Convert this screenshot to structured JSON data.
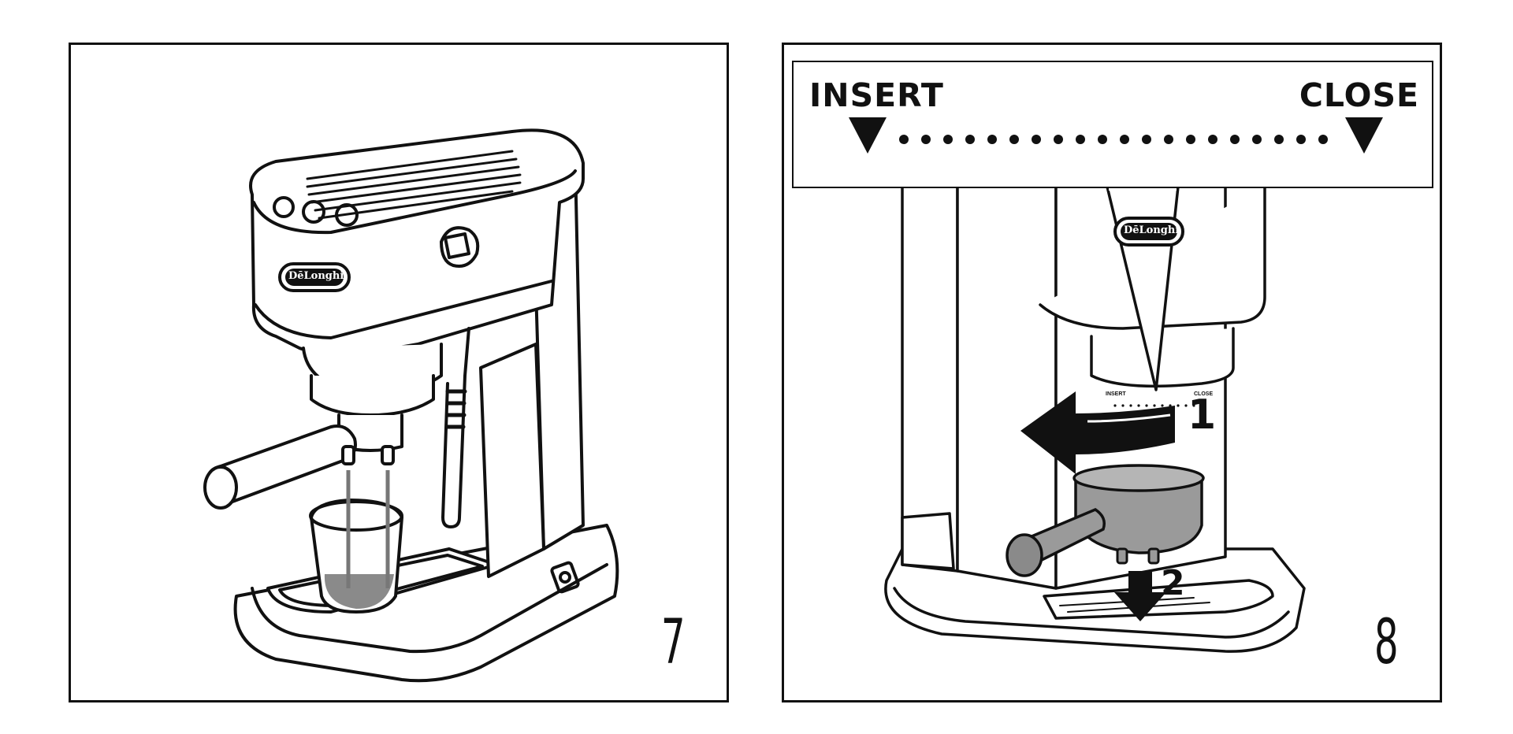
{
  "figures": [
    {
      "number": "7",
      "brand": "DēLonghi"
    },
    {
      "number": "8",
      "brand": "DēLonghi",
      "callout": {
        "insert_label": "INSERT",
        "close_label": "CLOSE"
      },
      "dial": {
        "insert_label": "INSERT",
        "close_label": "CLOSE"
      },
      "steps": [
        "1",
        "2"
      ]
    }
  ]
}
